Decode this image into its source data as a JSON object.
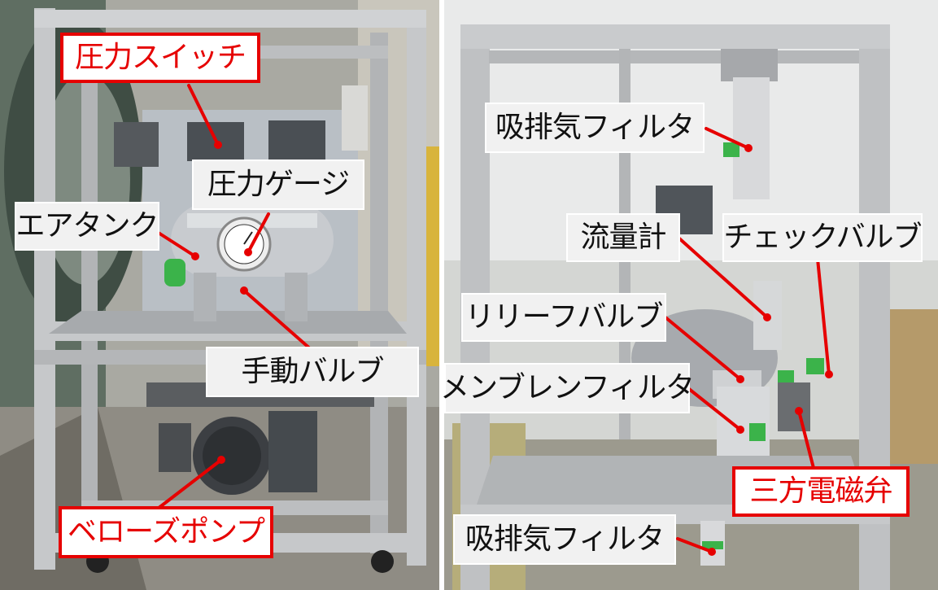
{
  "colors": {
    "highlight_text": "#e60000",
    "highlight_border": "#e60000",
    "normal_text": "#111111",
    "label_background": "#f1f1f1",
    "leader_line": "#e60000"
  },
  "left_photo": {
    "labels": {
      "pressure_switch": "圧力スイッチ",
      "pressure_gauge": "圧力ゲージ",
      "air_tank": "エアタンク",
      "manual_valve": "手動バルブ",
      "bellows_pump": "ベローズポンプ"
    }
  },
  "right_photo": {
    "labels": {
      "intake_filter_top": "吸排気フィルタ",
      "flow_meter": "流量計",
      "check_valve": "チェックバルブ",
      "relief_valve": "リリーフバルブ",
      "membrane_filter": "メンブレンフィルタ",
      "three_way_solenoid": "三方電磁弁",
      "intake_filter_bottom": "吸排気フィルタ"
    }
  }
}
